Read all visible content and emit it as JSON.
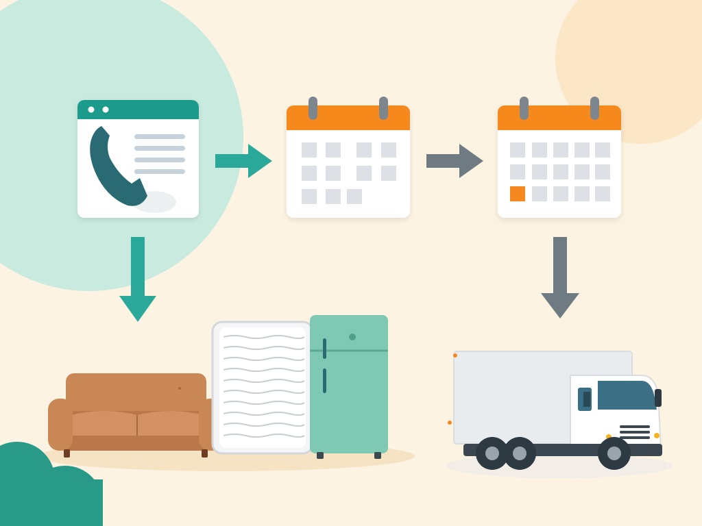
{
  "diagram": {
    "nodes": [
      {
        "id": "online-booking-window",
        "icon": "phone-browser-icon"
      },
      {
        "id": "calendar-pick-date",
        "icon": "calendar-icon"
      },
      {
        "id": "calendar-date-selected",
        "icon": "calendar-marked-icon"
      },
      {
        "id": "bulky-items",
        "icons": [
          "sofa-icon",
          "mattress-icon",
          "refrigerator-icon"
        ]
      },
      {
        "id": "pickup-truck",
        "icon": "box-truck-icon"
      }
    ],
    "edges": [
      {
        "from": "online-booking-window",
        "to": "calendar-pick-date",
        "icon": "arrow-right-icon"
      },
      {
        "from": "calendar-pick-date",
        "to": "calendar-date-selected",
        "icon": "arrow-right-icon"
      },
      {
        "from": "online-booking-window",
        "to": "bulky-items",
        "icon": "arrow-down-icon"
      },
      {
        "from": "calendar-date-selected",
        "to": "pickup-truck",
        "icon": "arrow-down-icon"
      }
    ]
  },
  "colors": {
    "background": "#fcf3e2",
    "mint_blob": "#c9eadf",
    "peach_blob": "#fbe6c6",
    "teal": "#2aa899",
    "teal_dark": "#2a6b73",
    "calendar_header": "#f5891f",
    "selected_day": "#f5891f",
    "gray_arrow": "#6e7b82",
    "sofa": "#c98756",
    "fridge": "#7fc9b4",
    "truck_body": "#e9ecef",
    "bush": "#2a9a88"
  }
}
